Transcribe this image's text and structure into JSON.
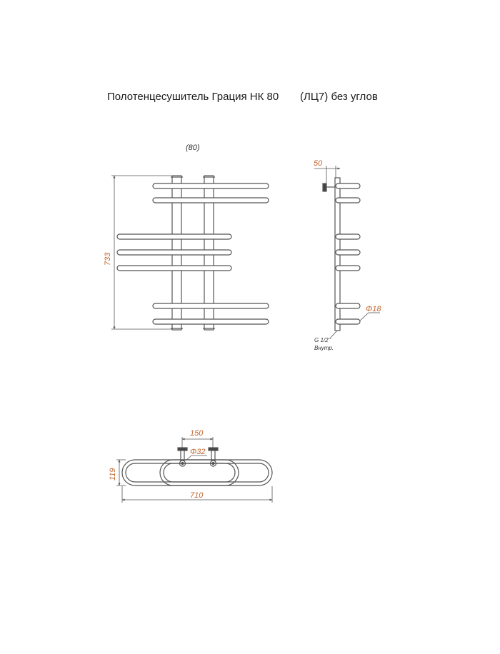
{
  "title": {
    "product": "Полотенцесушитель Грация НК 80",
    "variant": "(ЛЦ7) без углов"
  },
  "front_view": {
    "size_label": "(80)",
    "height_dim": "733"
  },
  "side_view": {
    "offset_dim": "50",
    "tube_diameter": "Φ18",
    "thread_line1": "G 1/2\"",
    "thread_line2": "Внутр."
  },
  "top_view": {
    "center_distance": "150",
    "connection_diameter": "Φ32",
    "depth_dim": "119",
    "width_dim": "710"
  },
  "colors": {
    "line": "#555555",
    "dimension_text": "#c0642a",
    "text": "#1a1a1a"
  }
}
